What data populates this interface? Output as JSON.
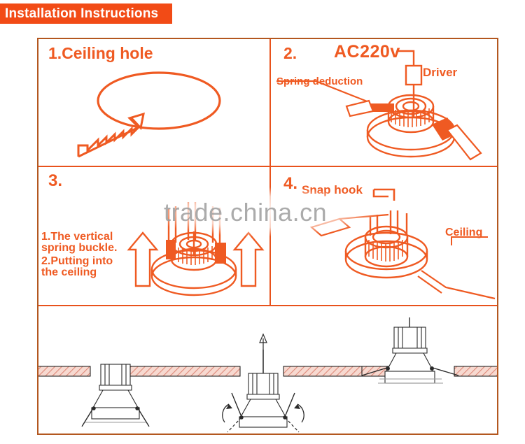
{
  "banner": {
    "title": "Installation Instructions",
    "bg": "#f24b16",
    "fg": "#ffffff"
  },
  "theme": {
    "accent": "#ef5a22",
    "frame": "#b3571f",
    "divider": "#e8521c",
    "line_art": "#1a1a1a",
    "ceiling_hatch": "#e08a7a"
  },
  "watermark": {
    "text": "trade.china.cn",
    "color": "#9d9d9d"
  },
  "panels": [
    {
      "id": "p1",
      "number": "1.",
      "title": "1.Ceiling hole",
      "icon": "hole-saw-with-ellipse"
    },
    {
      "id": "p2",
      "number": "2.",
      "voltage": "AC220v",
      "driver_label": "Driver",
      "spring_label": "Spring deduction",
      "icon": "downlight-with-driver"
    },
    {
      "id": "p3",
      "number": "3.",
      "line1": "1.The vertical\nspring buckle.",
      "line2": "2.Putting into\nthe ceiling",
      "icon": "downlight-springs-up-arrows"
    },
    {
      "id": "p4",
      "number": "4.",
      "snap_label": "Snap hook",
      "ceiling_label": "Ceiling",
      "icon": "downlight-snap-hook"
    },
    {
      "id": "p5",
      "icon": "three-section-views",
      "views": [
        {
          "name": "fixture-below-ceiling-springs-down"
        },
        {
          "name": "fixture-springs-rotating-push-up"
        },
        {
          "name": "fixture-installed-in-ceiling"
        }
      ]
    }
  ]
}
